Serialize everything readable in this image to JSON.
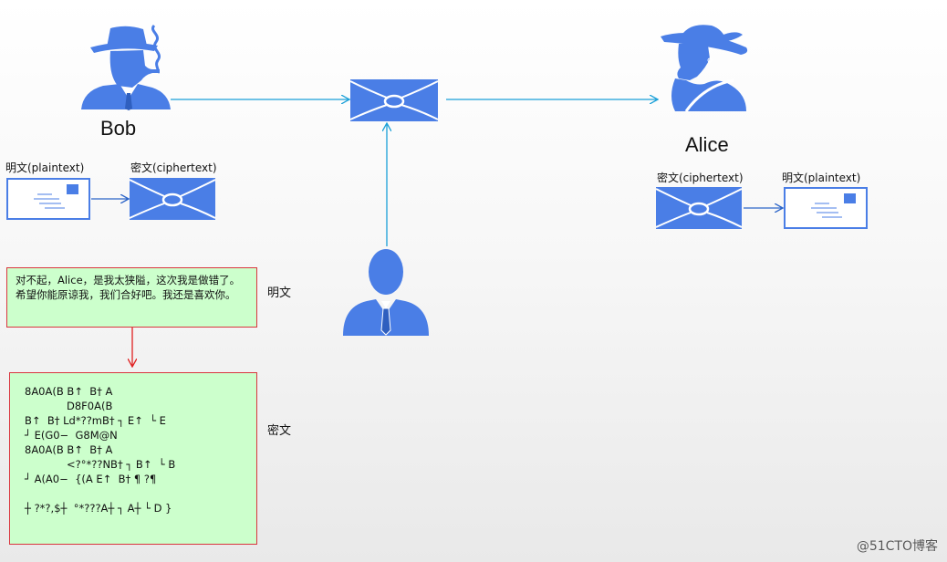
{
  "colors": {
    "icon": "#4a7ee6",
    "arrow": "#1aa0d8",
    "red_arrow": "#e02020",
    "box_bg": "#ccffcc",
    "box_border": "#d9363e"
  },
  "people": {
    "bob": "Bob",
    "alice": "Alice"
  },
  "bob_labels": {
    "plain": "明文(plaintext)",
    "cipher": "密文(ciphertext)"
  },
  "alice_labels": {
    "cipher": "密文(ciphertext)",
    "plain": "明文(plaintext)"
  },
  "plaintext_box": {
    "text": "对不起，Alice，是我太狭隘，这次我是做错了。希望你能原谅我，我们合好吧。我还是喜欢你。",
    "label": "明文"
  },
  "ciphertext_box": {
    "lines": [
      "8A0A(B B↑  B† A",
      "D8F0A(B",
      "B↑  B† Ld*??mB† ┐ E↑  └ E",
      "┘ E(G0−  G8M@N",
      "8A0A(B B↑  B† A",
      "<?°*??NB† ┐ B↑  └ B",
      "┘ A(A0−  {(A E↑  B† ¶ ?¶",
      "",
      "┼ ?*?,$┼  °*???A┼ ┐ A┼ └ D }"
    ],
    "label": "密文"
  },
  "watermark": "@51CTO博客",
  "icons": [
    "bob-smoking-hat-icon",
    "alice-hat-icon",
    "eavesdropper-icon",
    "sealed-envelope-icon",
    "open-letter-icon"
  ]
}
